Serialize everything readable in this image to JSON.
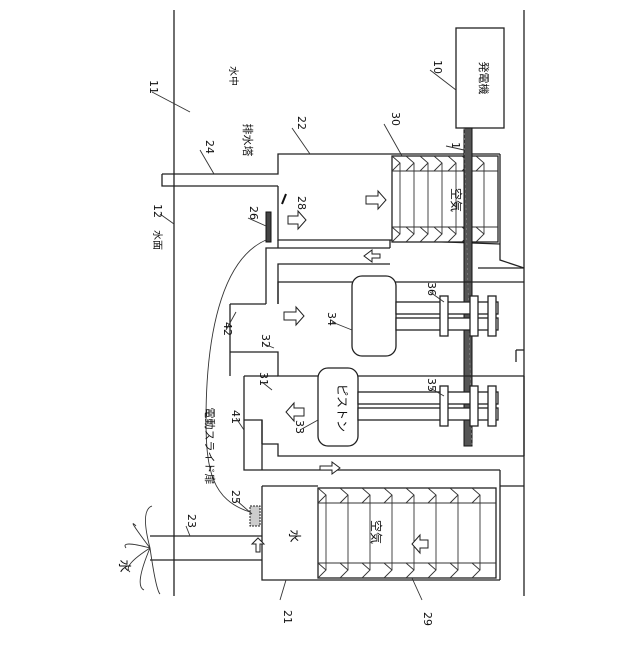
{
  "labels": {
    "water_in": "水中",
    "surface": "水面",
    "exhaust_tower": "排水塔",
    "generator": "発電機",
    "air_upper": "空気",
    "air_lower": "空気",
    "water_chamber": "水",
    "piston": "ピストン",
    "slide_lid": "電動スライド扉",
    "water_spray": "水"
  },
  "refs": {
    "r1": "1",
    "r10": "10",
    "r11": "11",
    "r12": "12",
    "r21": "21",
    "r22": "22",
    "r23": "23",
    "r24": "24",
    "r25": "25",
    "r26": "26",
    "r28": "28",
    "r29": "29",
    "r30": "30",
    "r31": "31",
    "r32": "32",
    "r33": "33",
    "r34": "34",
    "r35": "35",
    "r36": "36",
    "r41": "41",
    "r42": "42"
  }
}
